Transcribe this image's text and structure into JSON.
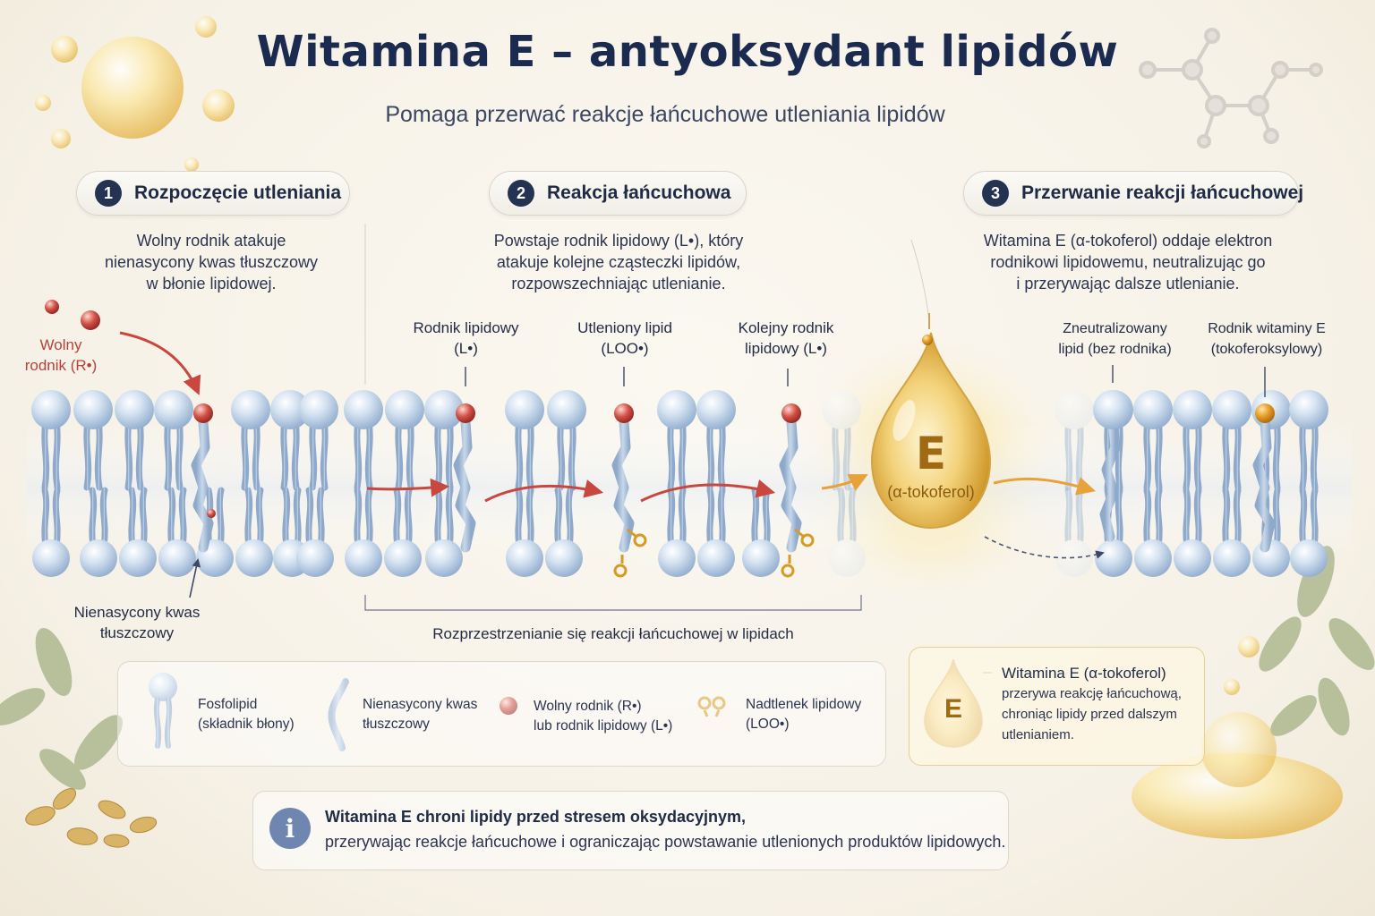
{
  "title": "Witamina E – antyoksydant lipidów",
  "subtitle": "Pomaga przerwać reakcje łańcuchowe utleniania lipidów",
  "steps": [
    {
      "num": "1",
      "label": "Rozpoczęcie utleniania",
      "desc": [
        "Wolny rodnik atakuje",
        "nienasycony kwas tłuszczowy",
        "w błonie lipidowej."
      ]
    },
    {
      "num": "2",
      "label": "Reakcja łańcuchowa",
      "desc": [
        "Powstaje rodnik lipidowy (L•), który",
        "atakuje kolejne cząsteczki lipidów,",
        "rozpowszechniając utlenianie."
      ]
    },
    {
      "num": "3",
      "label": "Przerwanie reakcji łańcuchowej",
      "desc": [
        "Witamina E (α-tokoferol) oddaje elektron",
        "rodnikowi lipidowemu, neutralizując go",
        "i przerywając dalsze utlenianie."
      ]
    }
  ],
  "annotations": {
    "free_radical": [
      "Wolny",
      "rodnik (R•)"
    ],
    "unsat_fatty_acid": [
      "Nienasycony kwas",
      "tłuszczowy"
    ],
    "lipid_radical": [
      "Rodnik lipidowy",
      "(L•)"
    ],
    "oxidized_lipid": [
      "Utleniony lipid",
      "(LOO•)"
    ],
    "next_radical": [
      "Kolejny rodnik",
      "lipidowy (L•)"
    ],
    "neutralized": [
      "Zneutralizowany",
      "lipid (bez rodnika)"
    ],
    "vitamin_radical": [
      "Rodnik witaminy E",
      "(tokoferoksylowy)"
    ],
    "propagation": "Rozprzestrzenianie się reakcji łańcuchowej w lipidach",
    "drop_letter": "E",
    "drop_label": "(α-tokoferol)"
  },
  "legend": {
    "phospholipid": [
      "Fosfolipid",
      "(składnik błony)"
    ],
    "fatty_acid": [
      "Nienasycony kwas",
      "tłuszczowy"
    ],
    "radical": [
      "Wolny rodnik (R•)",
      "lub rodnik lipidowy (L•)"
    ],
    "peroxide": [
      "Nadtlenek lipidowy",
      "(LOO•)"
    ]
  },
  "vitamin_note": {
    "heading": "Witamina E (α-tokoferol)",
    "lines": [
      "przerywa reakcję łańcuchową,",
      "chroniąc lipidy przed dalszym",
      "utlenianiem."
    ],
    "letter": "E"
  },
  "info": {
    "icon": "i",
    "bold": "Witamina E chroni lipidy przed stresem oksydacyjnym,",
    "text": "przerywając reakcje łańcuchowe i ograniczając powstawanie utlenionych produktów lipidowych."
  },
  "colors": {
    "navy": "#1b2b4f",
    "radical_red": "#c9473f",
    "arrow_red": "#c9473f",
    "arrow_orange": "#e8a23a",
    "head_blue": "#b7cbe2",
    "tail_blue": "#9fb6d2",
    "vitamin_gold": "#e6b548",
    "vitamin_radical": "#e2982a"
  }
}
